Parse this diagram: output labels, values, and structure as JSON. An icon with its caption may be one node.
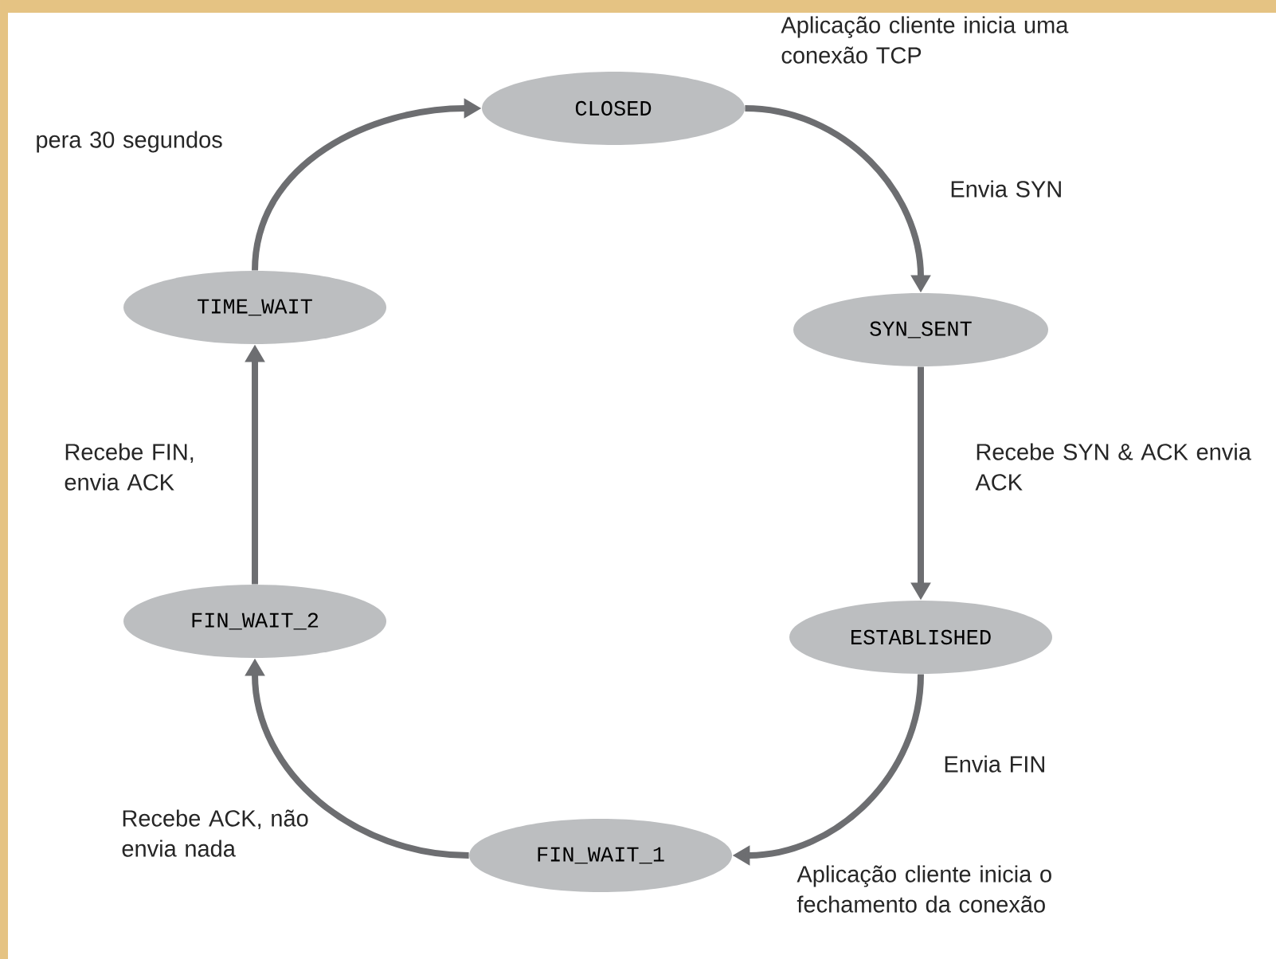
{
  "diagram": {
    "nodes": [
      {
        "text": [
          "CLOSED"
        ]
      },
      {
        "text": [
          "SYN_SENT"
        ]
      },
      {
        "text": [
          "ESTABLISHED"
        ]
      },
      {
        "text": [
          "FIN_WAIT_1"
        ]
      },
      {
        "text": [
          "FIN_WAIT_2"
        ]
      },
      {
        "text": [
          "TIME_WAIT"
        ]
      }
    ],
    "edges": [
      {
        "from": 0,
        "to": 1,
        "arrow": "to",
        "label": "Envia SYN"
      },
      {
        "from": 1,
        "to": 2,
        "arrow": "to",
        "label": "Recebe SYN & ACK envia ACK"
      },
      {
        "from": 2,
        "to": 3,
        "arrow": "to",
        "label": "Envia FIN"
      },
      {
        "from": 3,
        "to": 4,
        "arrow": "to",
        "label": "Recebe ACK, não envia nada"
      },
      {
        "from": 4,
        "to": 5,
        "arrow": "to",
        "label": "Recebe FIN, envia ACK"
      },
      {
        "from": 5,
        "to": 0,
        "arrow": "to",
        "label": "pera 30 segundos"
      }
    ],
    "labels": [
      "Aplicação cliente inicia uma conexão TCP",
      "Aplicação cliente inicia o fechamento da conexão"
    ]
  }
}
